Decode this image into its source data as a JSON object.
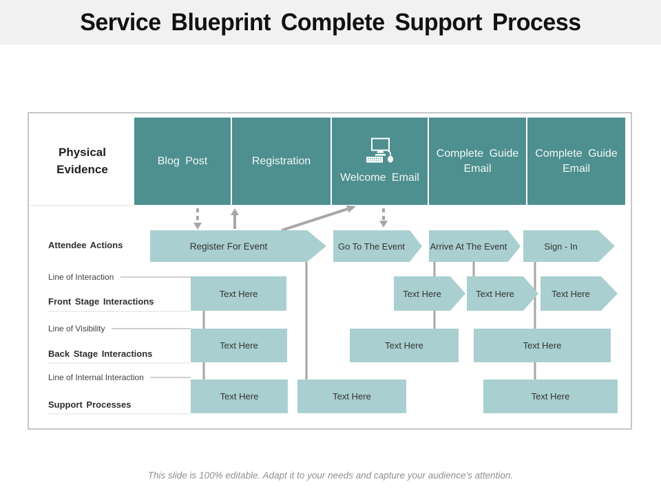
{
  "slide": {
    "title": "Service Blueprint Complete Support Process",
    "footer": "This slide is 100% editable. Adapt it to your needs and capture your audience's attention."
  },
  "colors": {
    "header_teal": "#4e8f8f",
    "light_teal": "#aacfd0",
    "connector": "#a6a6a6",
    "top_band": "#f1f1f2",
    "frame_border": "#c6c6c6"
  },
  "blueprint": {
    "physical_evidence": "Physical Evidence",
    "header_cells": [
      {
        "label": "Blog Post"
      },
      {
        "label": "Registration"
      },
      {
        "label": "Welcome Email",
        "icon": "computer-icon"
      },
      {
        "label": "Complete Guide Email"
      },
      {
        "label": "Complete Guide Email"
      }
    ],
    "lanes": {
      "attendee_actions": "Attendee Actions",
      "line_of_interaction": "Line of Interaction",
      "front_stage": "Front Stage Interactions",
      "line_of_visibility": "Line of Visibility",
      "back_stage": "Back Stage Interactions",
      "line_of_internal": "Line of Internal Interaction",
      "support_processes": "Support Processes"
    },
    "attendee_boxes": [
      {
        "label": "Register For Event"
      },
      {
        "label": "Go To The Event"
      },
      {
        "label": "Arrive At The Event"
      },
      {
        "label": "Sign - In"
      }
    ],
    "front_stage_boxes": [
      {
        "label": "Text Here"
      },
      {
        "label": "Text Here"
      },
      {
        "label": "Text Here"
      },
      {
        "label": "Text Here"
      }
    ],
    "back_stage_boxes": [
      {
        "label": "Text Here"
      },
      {
        "label": "Text Here"
      },
      {
        "label": "Text Here"
      }
    ],
    "support_boxes": [
      {
        "label": "Text Here"
      },
      {
        "label": "Text Here"
      },
      {
        "label": "Text Here"
      }
    ]
  }
}
